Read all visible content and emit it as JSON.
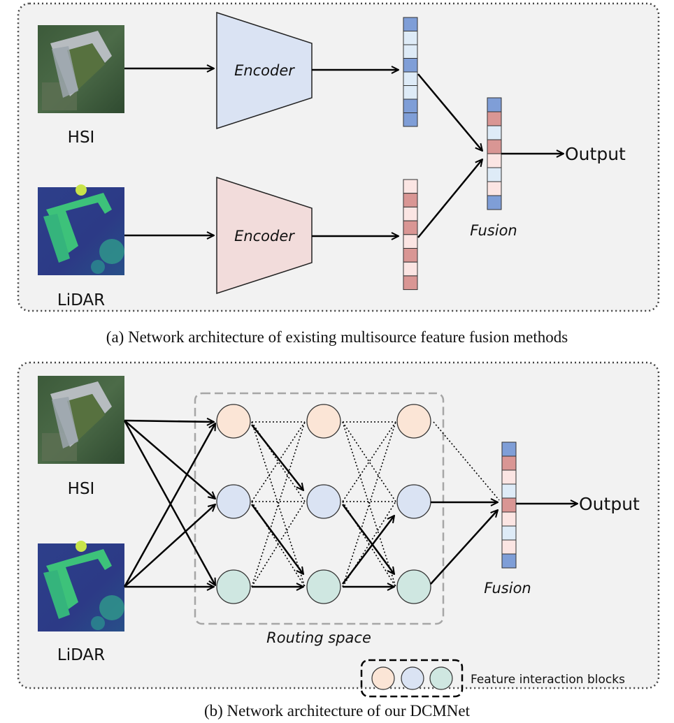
{
  "panel_a": {
    "caption": "(a) Network architecture of existing multisource feature fusion methods",
    "hsi_label": "HSI",
    "lidar_label": "LiDAR",
    "encoder_top_label": "Encoder",
    "encoder_bottom_label": "Encoder",
    "fusion_label": "Fusion",
    "output_label": "Output"
  },
  "panel_b": {
    "caption": "(b) Network architecture of our DCMNet",
    "hsi_label": "HSI",
    "lidar_label": "LiDAR",
    "routing_label": "Routing space",
    "fusion_label": "Fusion",
    "output_label": "Output",
    "legend_label": "Feature interaction blocks"
  },
  "colors": {
    "panel_bg": "#f2f2f2",
    "hsi_encoder": "#dae3f3",
    "lidar_encoder": "#f2dcdb",
    "vec_dark_blue": "#7f9ed7",
    "vec_light_blue": "#deebf7",
    "vec_dark_pink": "#d99694",
    "vec_light_pink": "#fbe5e3",
    "node_orange": "#fbe5d6",
    "node_blue": "#dae3f3",
    "node_green": "#cfe7e1"
  }
}
